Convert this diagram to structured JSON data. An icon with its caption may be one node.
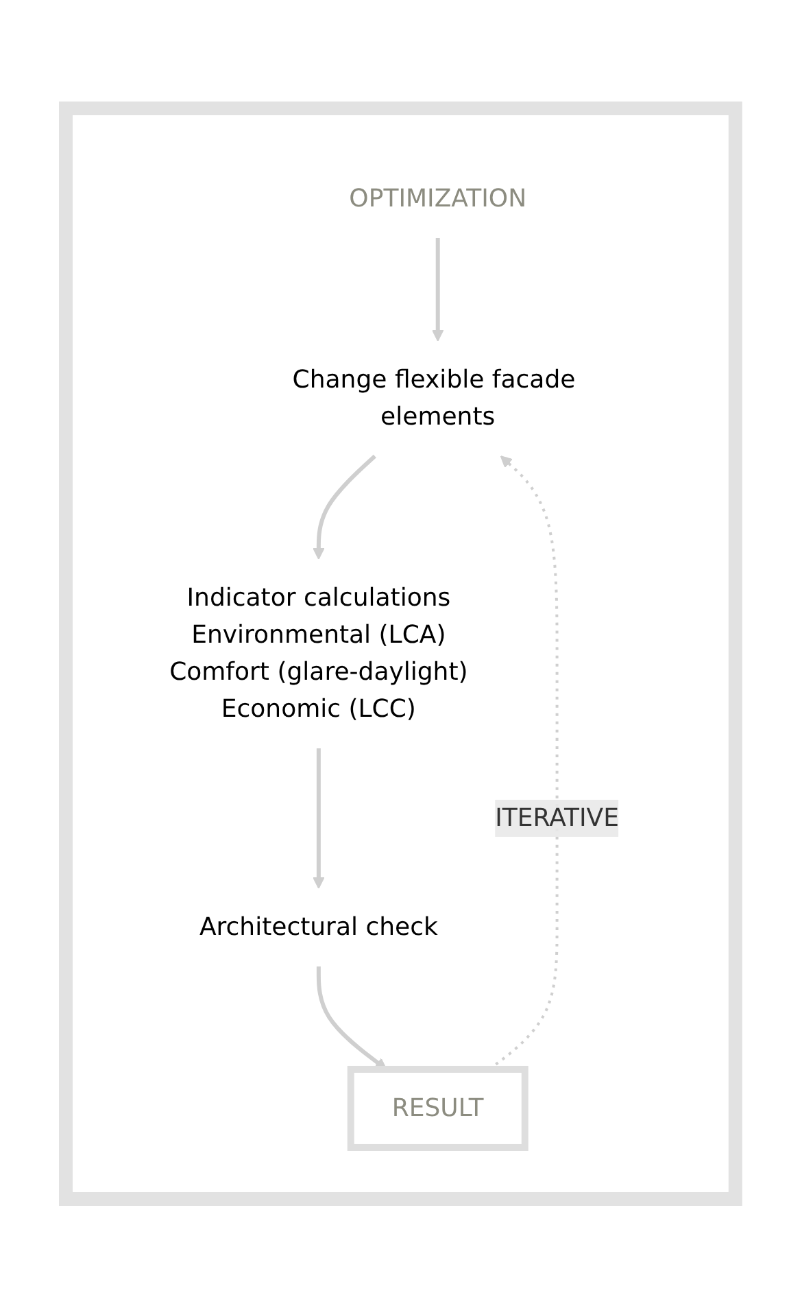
{
  "diagram": {
    "nodes": [
      {
        "text": [],
        "shape": "box"
      },
      {
        "text": [
          "OPTIMIZATION"
        ],
        "in": 0
      },
      {
        "text": [
          "Change flexible facade elements"
        ],
        "in": 0
      },
      {
        "text": [
          "Indicator calculations",
          "Environmental (LCA)",
          "Comfort (glare-daylight)",
          "Economic (LCC)"
        ],
        "in": 0
      },
      {
        "text": [
          "Architectural check"
        ],
        "in": 0
      },
      {
        "text": [
          "RESULT"
        ],
        "in": 0
      }
    ],
    "edges": [
      {
        "from": 1,
        "to": 2,
        "arrow": "to"
      },
      {
        "from": 2,
        "to": 3,
        "arrow": "to"
      },
      {
        "from": 3,
        "to": 4,
        "arrow": "to"
      },
      {
        "from": 4,
        "to": 5,
        "arrow": "to"
      },
      {
        "from": 5,
        "to": 2,
        "arrow": "to",
        "label": "ITERATIVE",
        "style": "dashed"
      }
    ]
  }
}
